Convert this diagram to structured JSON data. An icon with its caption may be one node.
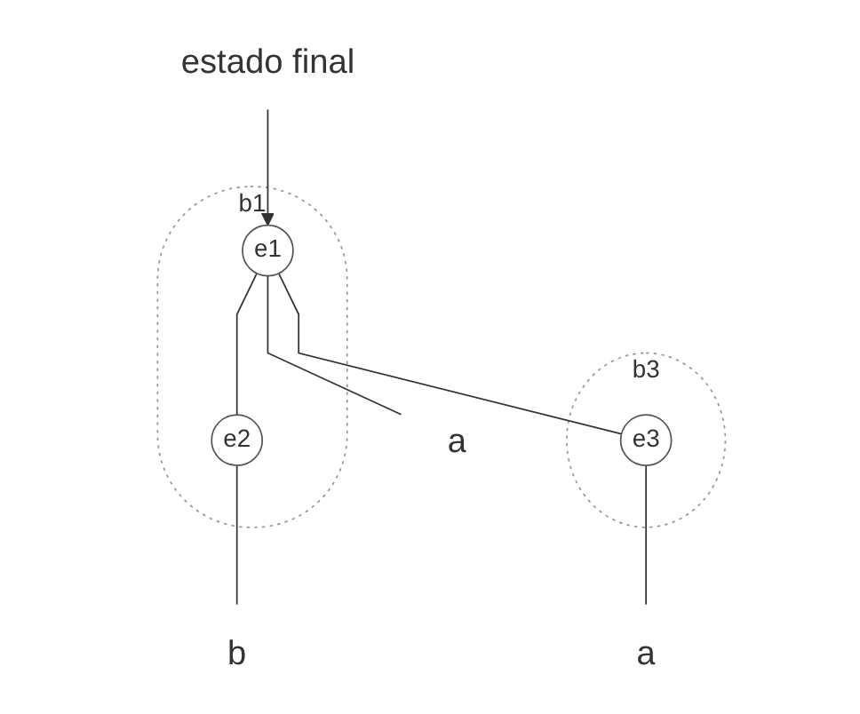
{
  "diagram": {
    "nodes": [
      {
        "text": [
          "b1"
        ]
      },
      {
        "text": [
          "e1"
        ],
        "in": 0
      },
      {
        "text": [
          "e2"
        ],
        "in": 0
      },
      {
        "text": [
          "b3"
        ]
      },
      {
        "text": [
          "e3"
        ],
        "in": 3
      },
      {
        "text": [
          "a"
        ]
      },
      {
        "text": [
          "b"
        ]
      },
      {
        "text": [
          "a"
        ]
      },
      {
        "text": [
          "estado final"
        ]
      }
    ],
    "edges": [
      {
        "from": 8,
        "to": 1,
        "arrow": "to"
      },
      {
        "from": 1,
        "to": 2,
        "arrow": "none"
      },
      {
        "from": 1,
        "to": 4,
        "arrow": "none"
      },
      {
        "from": 1,
        "to": 5,
        "arrow": "none"
      },
      {
        "from": 2,
        "to": 6,
        "arrow": "none"
      },
      {
        "from": 4,
        "to": 7,
        "arrow": "none"
      }
    ]
  }
}
